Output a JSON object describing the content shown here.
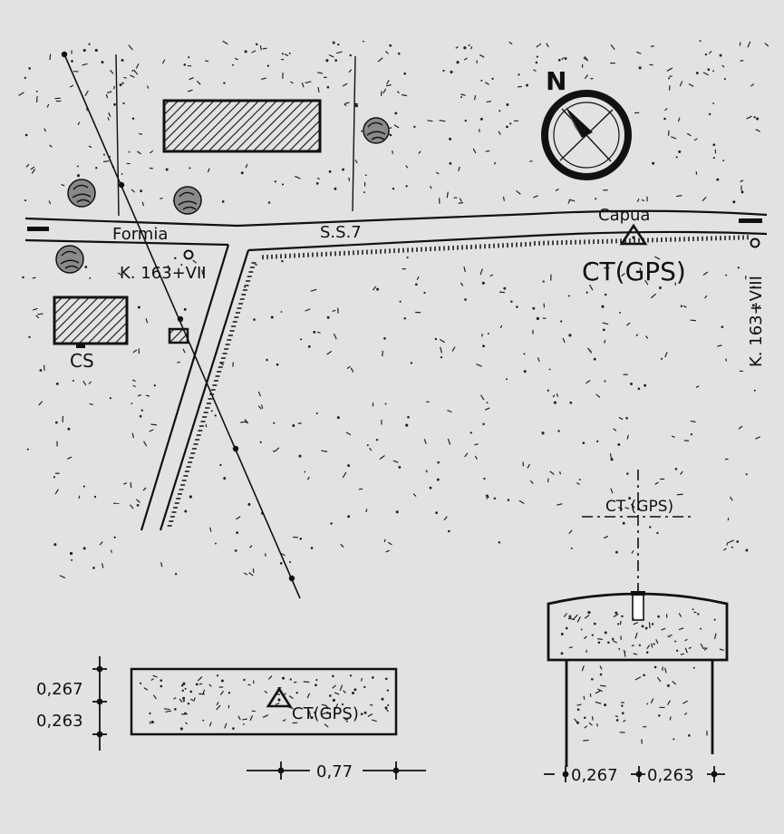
{
  "map": {
    "road_name": "S.S.7",
    "direction_left": "Formia",
    "direction_right": "Capua",
    "km_marker_left": "K. 163+VII",
    "km_marker_right": "K. 163+VIII",
    "station_label": "CT(GPS)",
    "building_label": "CS",
    "north_label": "N"
  },
  "detail_plan": {
    "station_label": "CT(GPS)",
    "dim_top": "0,267",
    "dim_bottom": "0,263",
    "dim_width": "0,77"
  },
  "detail_section": {
    "station_label": "CT (GPS)",
    "dim_left": "0,267",
    "dim_right": "0,263"
  },
  "colors": {
    "ink": "#111111",
    "paper": "#e2e2e2"
  }
}
